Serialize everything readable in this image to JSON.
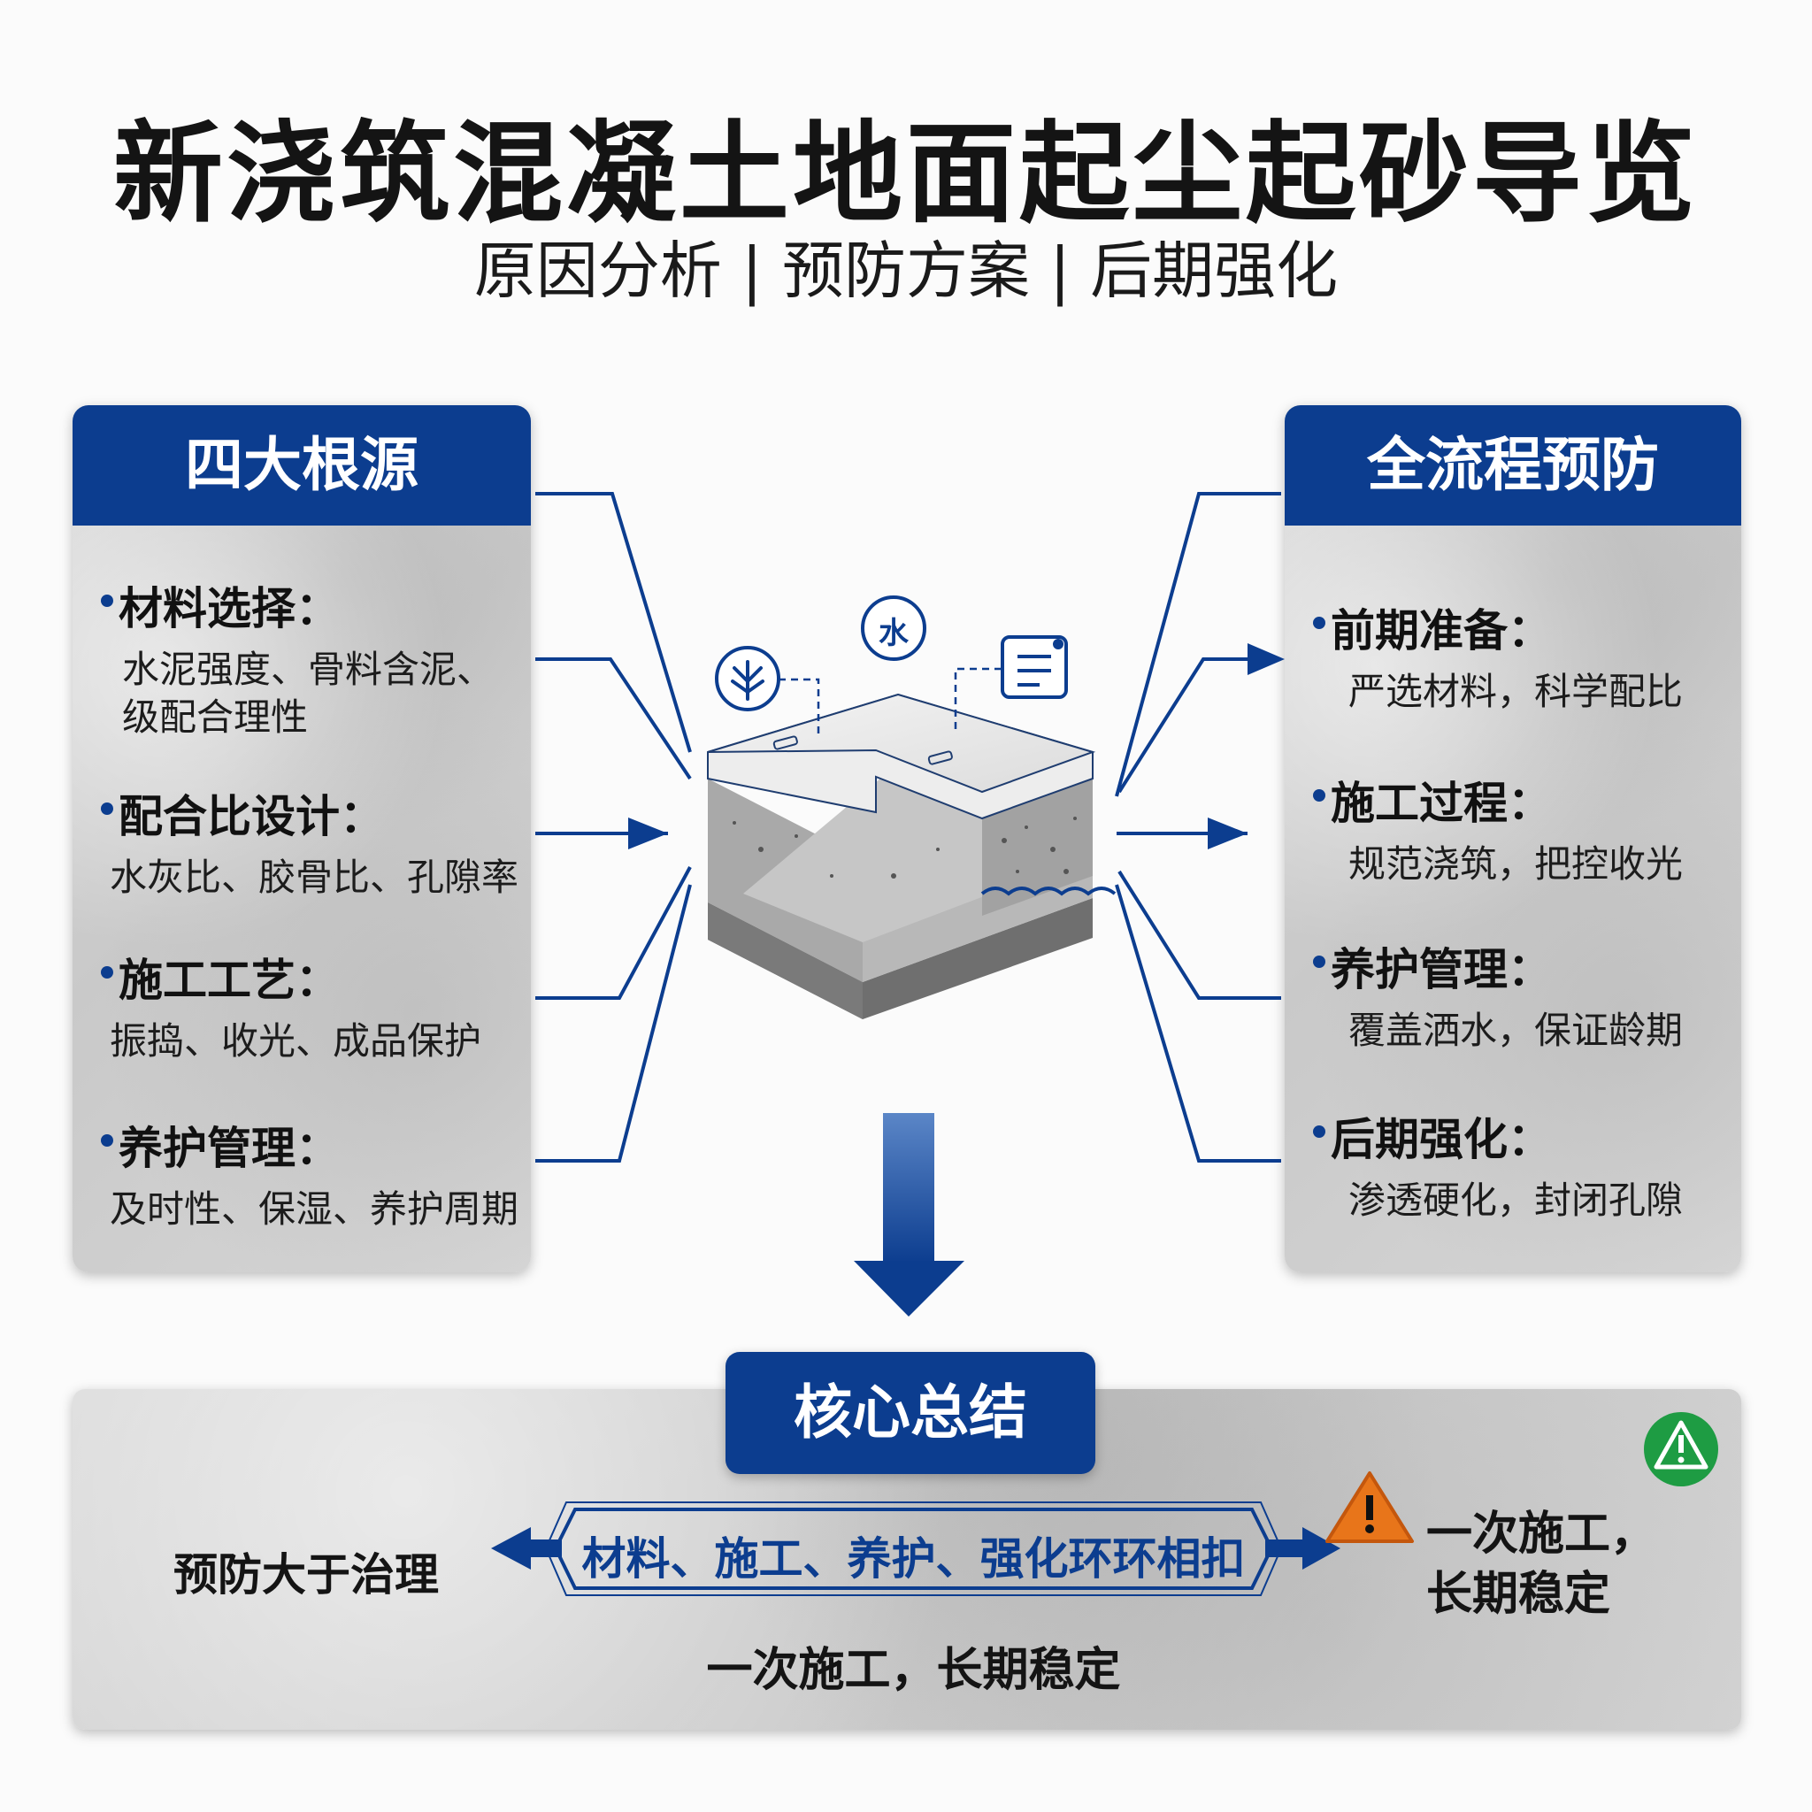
{
  "title": "新浇筑混凝土地面起尘起砂导览",
  "subtitle": "原因分析 | 预防方案 | 后期强化",
  "left_panel": {
    "header": "四大根源",
    "items": [
      {
        "title": "材料选择：",
        "desc_lines": [
          "水泥强度、骨料含泥、",
          "级配合理性"
        ]
      },
      {
        "title": "配合比设计：",
        "desc_lines": [
          "水灰比、胶骨比、孔隙率"
        ]
      },
      {
        "title": "施工工艺：",
        "desc_lines": [
          "振捣、收光、成品保护"
        ]
      },
      {
        "title": "养护管理：",
        "desc_lines": [
          "及时性、保湿、养护周期"
        ]
      }
    ]
  },
  "right_panel": {
    "header": "全流程预防",
    "items": [
      {
        "title": "前期准备：",
        "desc_lines": [
          "严选材料，科学配比"
        ]
      },
      {
        "title": "施工过程：",
        "desc_lines": [
          "规范浇筑，把控收光"
        ]
      },
      {
        "title": "养护管理：",
        "desc_lines": [
          "覆盖洒水，保证龄期"
        ]
      },
      {
        "title": "后期强化：",
        "desc_lines": [
          "渗透硬化，封闭孔隙"
        ]
      }
    ]
  },
  "center_icons": [
    {
      "name": "root-icon"
    },
    {
      "name": "water-icon",
      "label": "水"
    },
    {
      "name": "document-icon"
    }
  ],
  "summary": {
    "header": "核心总结",
    "left_text": "预防大于治理",
    "center_text": "材料、施工、养护、强化环环相扣",
    "bottom_text": "一次施工，长期稳定",
    "right_text_lines": [
      "一次施工，",
      "长期稳定"
    ],
    "warning_icon": "warning-triangle-icon",
    "check_icon": "green-warning-circle-icon"
  },
  "colors": {
    "primary_blue": "#0c3d8f",
    "warning_orange": "#e8751a",
    "success_green": "#1e9c43"
  }
}
